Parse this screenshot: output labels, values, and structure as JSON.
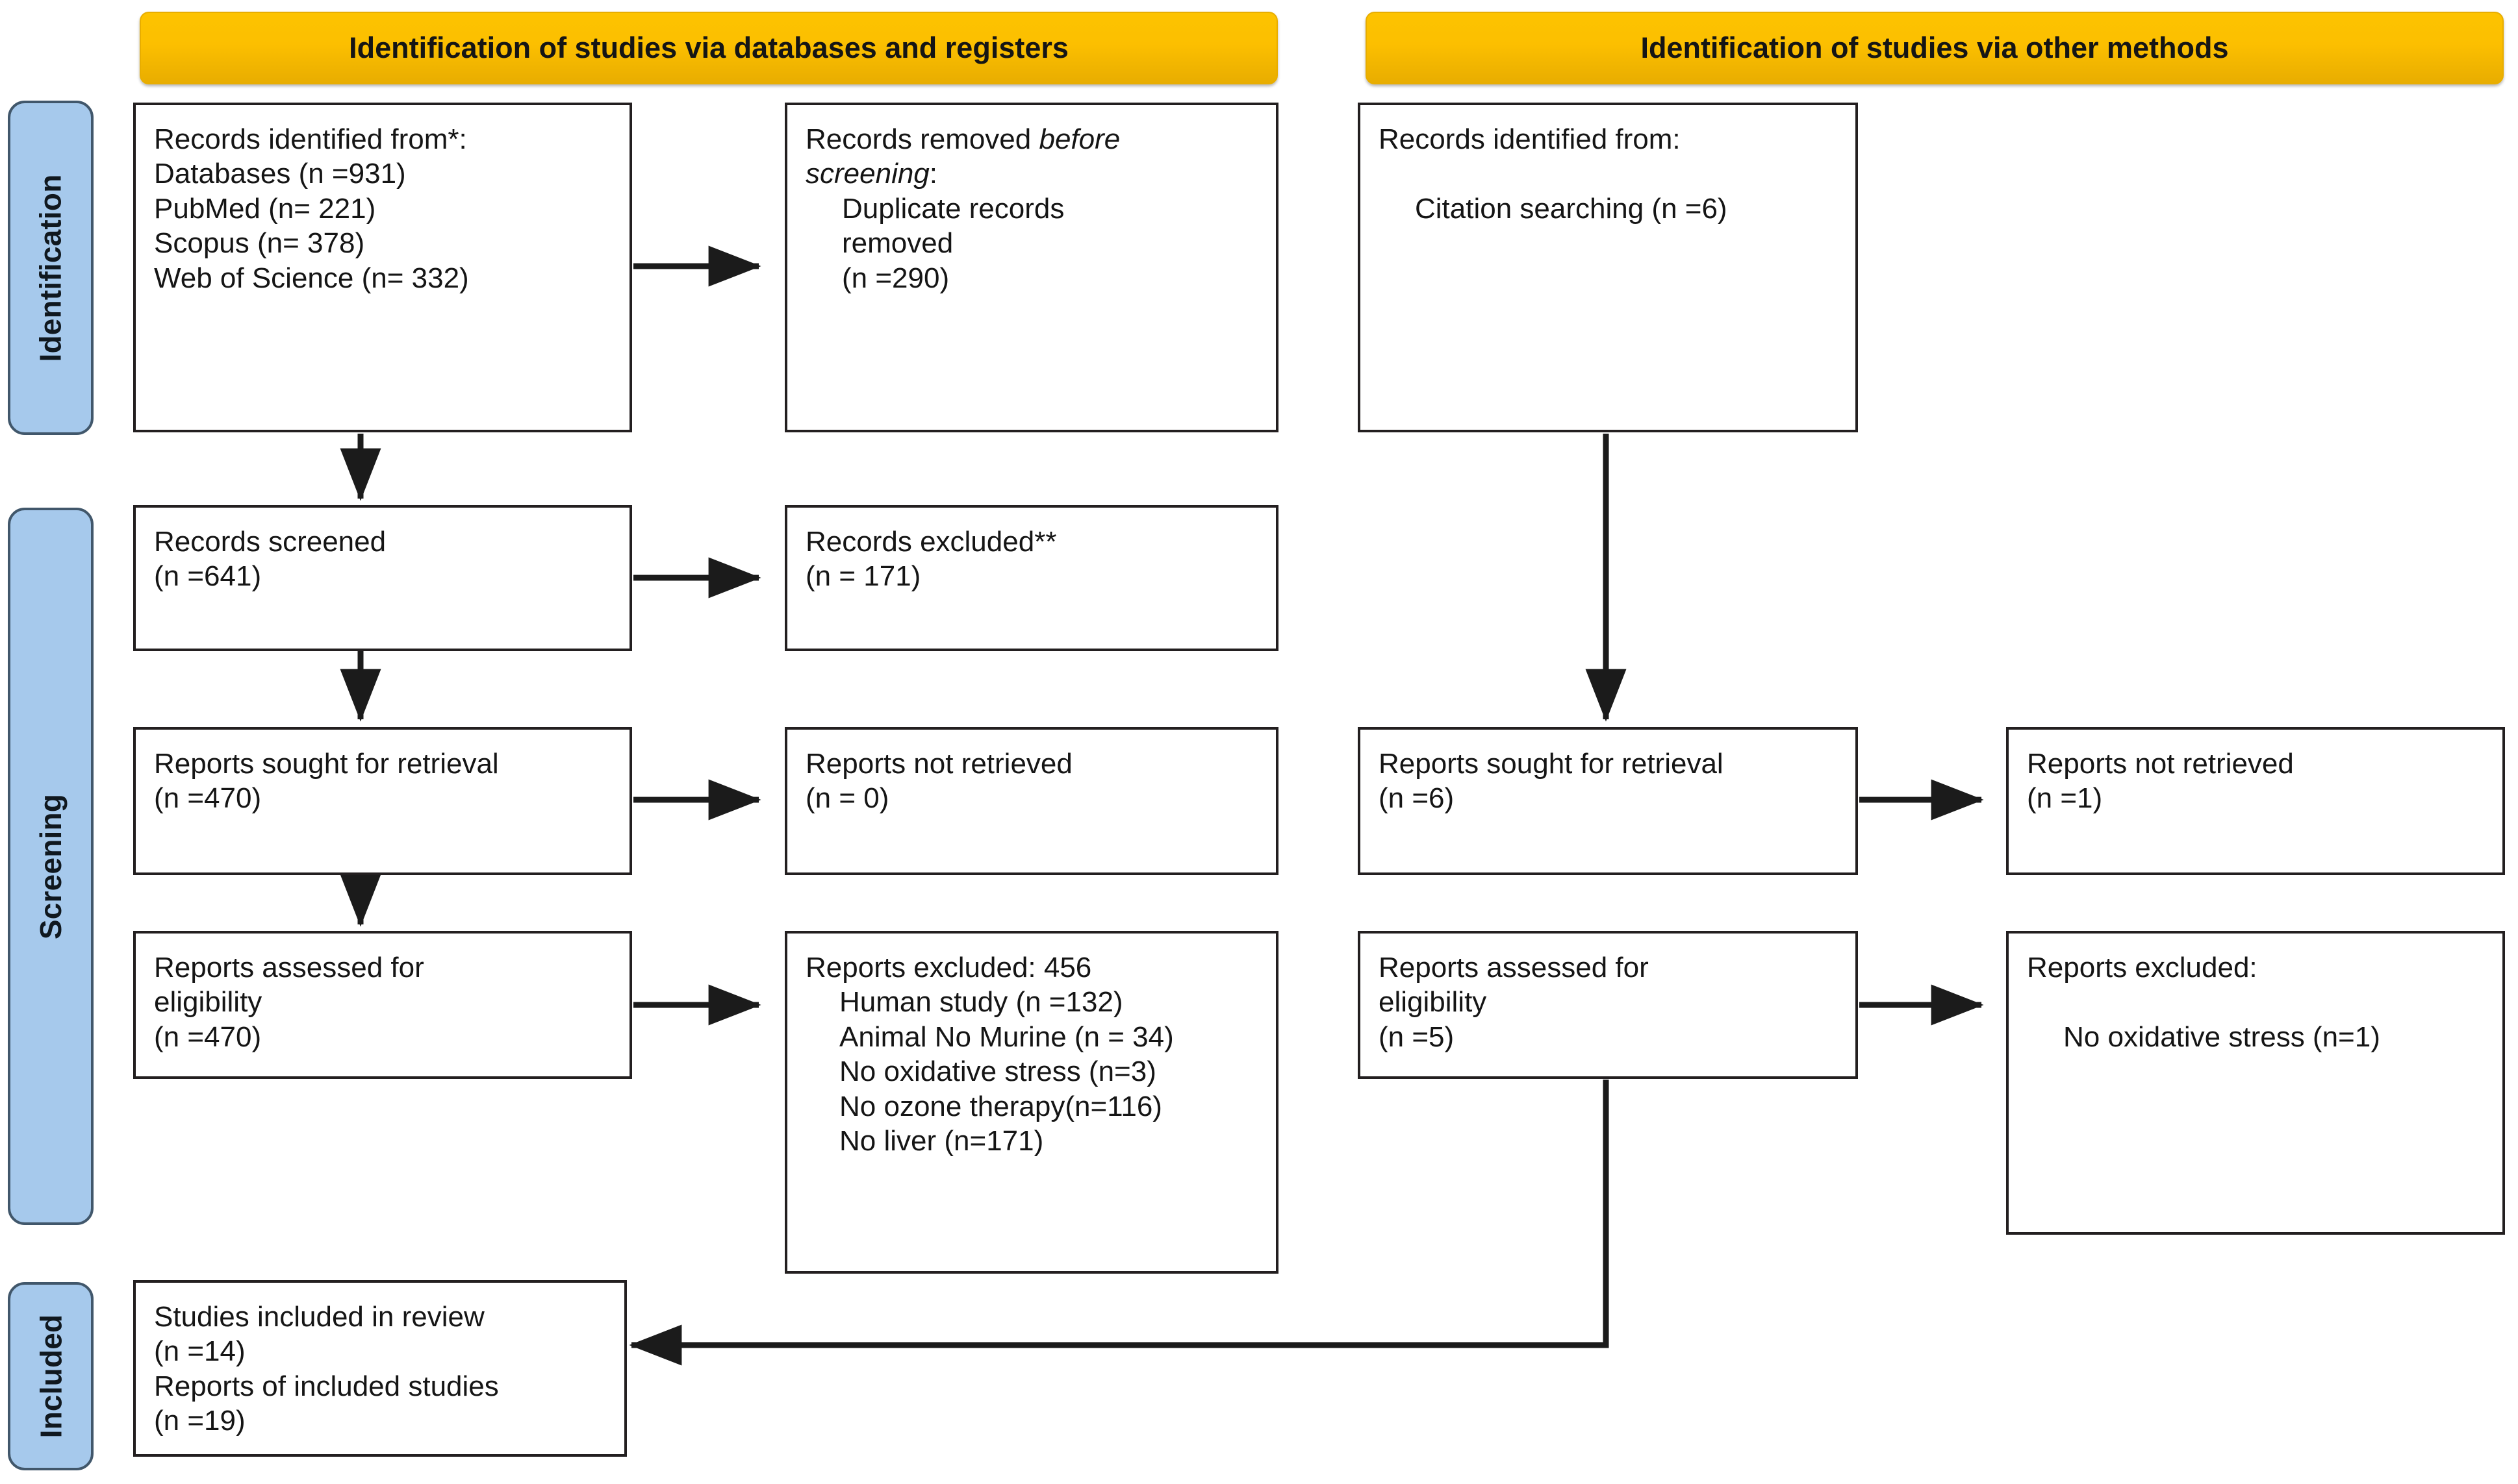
{
  "diagram": {
    "title": "PRISMA 2020 flow diagram",
    "colors": {
      "banner_fill": "#fdc300",
      "phase_fill": "#a6c9ec",
      "phase_border": "#41576b",
      "box_border": "#231f20",
      "text": "#151515"
    }
  },
  "phases": [
    {
      "label": "Identification"
    },
    {
      "label": "Screening"
    },
    {
      "label": "Included"
    }
  ],
  "banners": {
    "databases": "Identification of studies via databases and registers",
    "other": "Identification of studies via other methods"
  },
  "databases_column": {
    "identified": {
      "lines": [
        "Records identified from*:",
        "Databases (n =931)",
        "PubMed (n= 221)",
        "Scopus (n= 378)",
        "Web of Science (n= 332)"
      ]
    },
    "removed_before_screening": {
      "line1_pre": "Records removed ",
      "line1_em": "before",
      "line2_em": "screening",
      "line2_post": ":",
      "lines": [
        "Duplicate records",
        "removed",
        "(n =290)"
      ]
    },
    "records_screened": {
      "lines": [
        "Records screened",
        "(n =641)"
      ]
    },
    "records_excluded": {
      "lines": [
        "Records excluded**",
        "(n = 171)"
      ]
    },
    "reports_sought": {
      "lines": [
        "Reports sought for retrieval",
        "(n =470)"
      ]
    },
    "reports_not_retrieved": {
      "lines": [
        "Reports not retrieved",
        "(n = 0)"
      ]
    },
    "reports_assessed": {
      "lines": [
        "Reports assessed for",
        "eligibility",
        "(n =470)"
      ]
    },
    "reports_excluded": {
      "heading": "Reports excluded: 456",
      "reasons": [
        "Human study (n =132)",
        "Animal No Murine (n = 34)",
        "No oxidative stress (n=3)",
        "No ozone therapy(n=116)",
        "No liver (n=171)"
      ]
    }
  },
  "other_methods_column": {
    "identified": {
      "lines": [
        "Records identified from:"
      ],
      "indented": [
        "Citation searching (n =6)"
      ]
    },
    "reports_sought": {
      "lines": [
        "Reports sought for retrieval",
        "(n =6)"
      ]
    },
    "reports_not_retrieved": {
      "lines": [
        "Reports not retrieved",
        "(n =1)"
      ]
    },
    "reports_assessed": {
      "lines": [
        "Reports assessed for",
        "eligibility",
        "(n =5)"
      ]
    },
    "reports_excluded": {
      "heading": "Reports excluded:",
      "reasons": [
        "No oxidative stress (n=1)"
      ]
    }
  },
  "included_section": {
    "studies_included": {
      "lines": [
        "Studies included in review",
        "(n =14)",
        "Reports of included studies",
        "(n =19)"
      ]
    }
  }
}
